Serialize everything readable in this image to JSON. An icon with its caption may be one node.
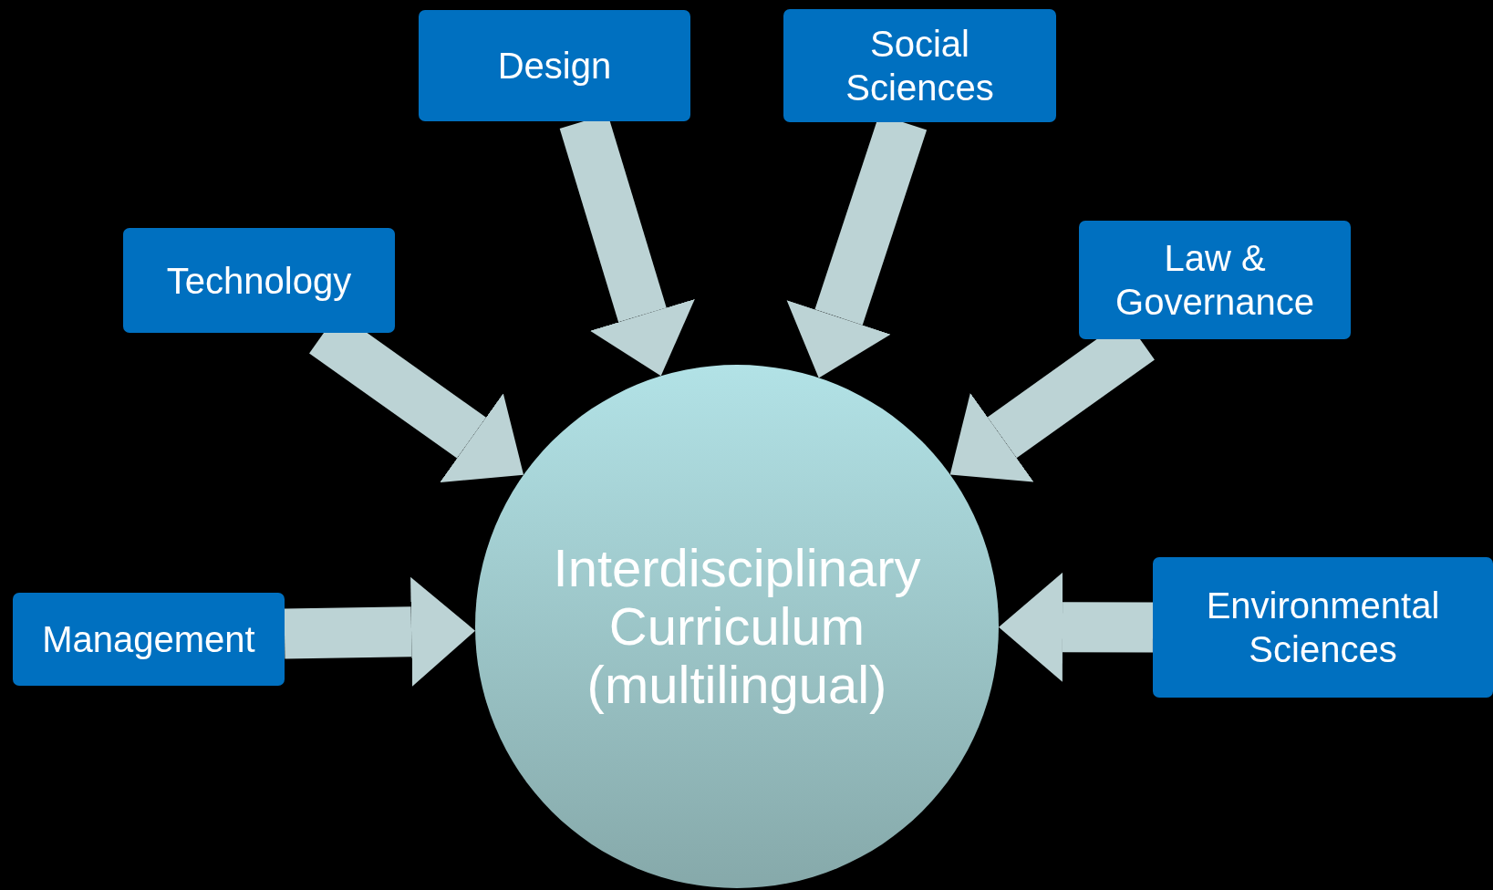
{
  "diagram": {
    "nodes": [
      {
        "text": [
          "Design"
        ]
      },
      {
        "text": [
          "Social Sciences"
        ]
      },
      {
        "text": [
          "Technology"
        ]
      },
      {
        "text": [
          "Law & Governance"
        ]
      },
      {
        "text": [
          "Management"
        ]
      },
      {
        "text": [
          "Interdisciplinary Curriculum (multilingual)"
        ]
      },
      {
        "text": [
          "Environmental Sciences"
        ]
      }
    ],
    "edges": [
      {
        "from": 0,
        "to": 5,
        "arrow": "to"
      },
      {
        "from": 1,
        "to": 5,
        "arrow": "to"
      },
      {
        "from": 2,
        "to": 5,
        "arrow": "to"
      },
      {
        "from": 3,
        "to": 5,
        "arrow": "to"
      },
      {
        "from": 4,
        "to": 5,
        "arrow": "to"
      },
      {
        "from": 6,
        "to": 5,
        "arrow": "to"
      }
    ]
  }
}
